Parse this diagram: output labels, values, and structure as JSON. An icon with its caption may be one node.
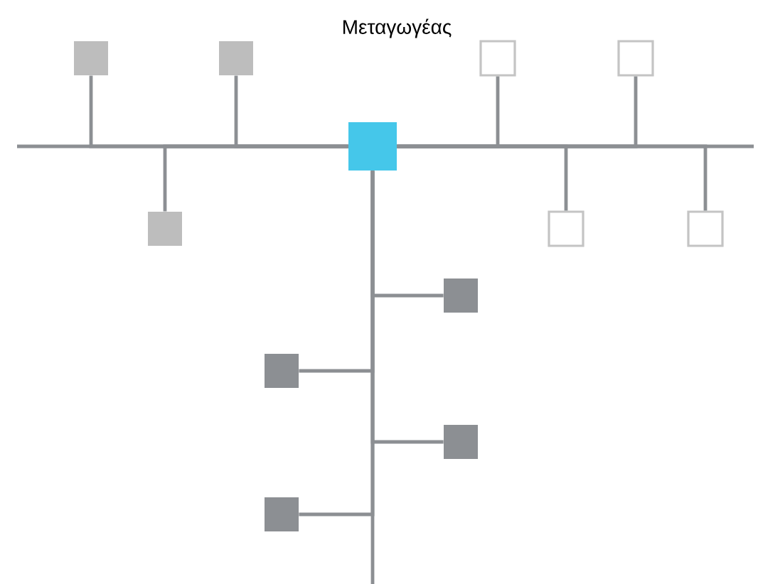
{
  "diagram": {
    "title": "Μεταγωγέας",
    "nodes": [
      {
        "text": [],
        "shape": "box"
      },
      {
        "text": [],
        "shape": "box"
      },
      {
        "text": [],
        "shape": "box"
      },
      {
        "text": [],
        "shape": "box"
      },
      {
        "text": [],
        "shape": "box"
      },
      {
        "text": [],
        "shape": "box"
      },
      {
        "text": [],
        "shape": "box"
      },
      {
        "text": [],
        "shape": "box"
      },
      {
        "text": [],
        "shape": "box"
      },
      {
        "text": [],
        "shape": "box"
      },
      {
        "text": [],
        "shape": "box"
      },
      {
        "text": [],
        "shape": "box"
      }
    ],
    "edges": [
      {
        "from": 0,
        "to": 4,
        "arrow": "none"
      },
      {
        "from": 1,
        "to": 4,
        "arrow": "none"
      },
      {
        "from": 2,
        "to": 4,
        "arrow": "none"
      },
      {
        "from": 3,
        "to": 4,
        "arrow": "none"
      },
      {
        "from": 5,
        "to": 4,
        "arrow": "none"
      },
      {
        "from": 6,
        "to": 4,
        "arrow": "none"
      },
      {
        "from": 7,
        "to": 4,
        "arrow": "none"
      },
      {
        "from": 8,
        "to": 4,
        "arrow": "none"
      },
      {
        "from": 9,
        "to": 4,
        "arrow": "none"
      },
      {
        "from": 10,
        "to": 4,
        "arrow": "none"
      },
      {
        "from": 11,
        "to": 4,
        "arrow": "none"
      }
    ]
  }
}
